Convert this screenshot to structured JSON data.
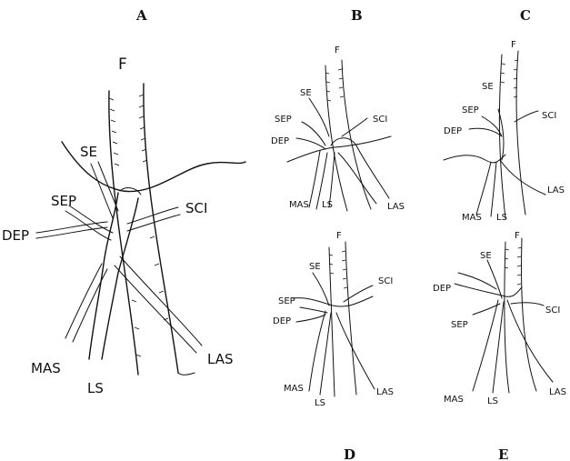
{
  "panels": {
    "a": {
      "letter": "A",
      "labels": {
        "f": "F",
        "se": "SE",
        "sep": "SEP",
        "sci": "SCI",
        "dep": "DEP",
        "mas": "MAS",
        "ls": "LS",
        "las": "LAS"
      }
    },
    "b": {
      "letter": "B",
      "labels": {
        "f": "F",
        "se": "SE",
        "sep": "SEP",
        "sci": "SCI",
        "dep": "DEP",
        "mas": "MAS",
        "ls": "LS",
        "las": "LAS"
      }
    },
    "c": {
      "letter": "C",
      "labels": {
        "f": "F",
        "se": "SE",
        "sep": "SEP",
        "sci": "SCI",
        "dep": "DEP",
        "mas": "MAS",
        "ls": "LS",
        "las": "LAS"
      }
    },
    "d": {
      "letter": "D",
      "labels": {
        "f": "F",
        "se": "SE",
        "sep": "SEP",
        "sci": "SCI",
        "dep": "DEP",
        "mas": "MAS",
        "ls": "LS",
        "las": "LAS"
      }
    },
    "e": {
      "letter": "E",
      "labels": {
        "f": "F",
        "se": "SE",
        "sep": "SEP",
        "sci": "SCI",
        "dep": "DEP",
        "mas": "MAS",
        "ls": "LS",
        "las": "LAS"
      }
    }
  }
}
